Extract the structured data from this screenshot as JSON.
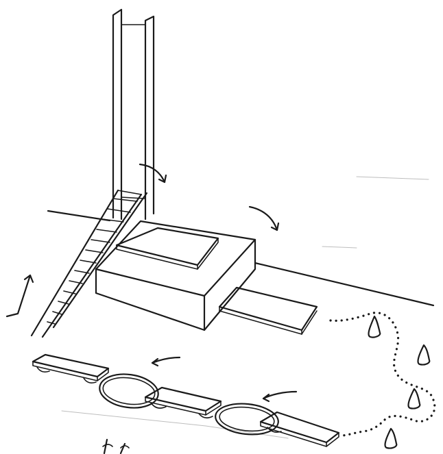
{
  "diagram": {
    "kind": "line-drawing",
    "colors": {
      "ink": "#1a1a1a",
      "paper": "#ffffff",
      "faint": "#bdbdbd"
    },
    "elements": [
      "vertical-pole",
      "ladder",
      "center-box",
      "box-top-slab",
      "exit-ramp",
      "balance-beam-1",
      "balance-beam-2",
      "balance-beam-3",
      "hoop-1",
      "hoop-2",
      "cones",
      "dotted-path",
      "direction-arrows"
    ]
  }
}
